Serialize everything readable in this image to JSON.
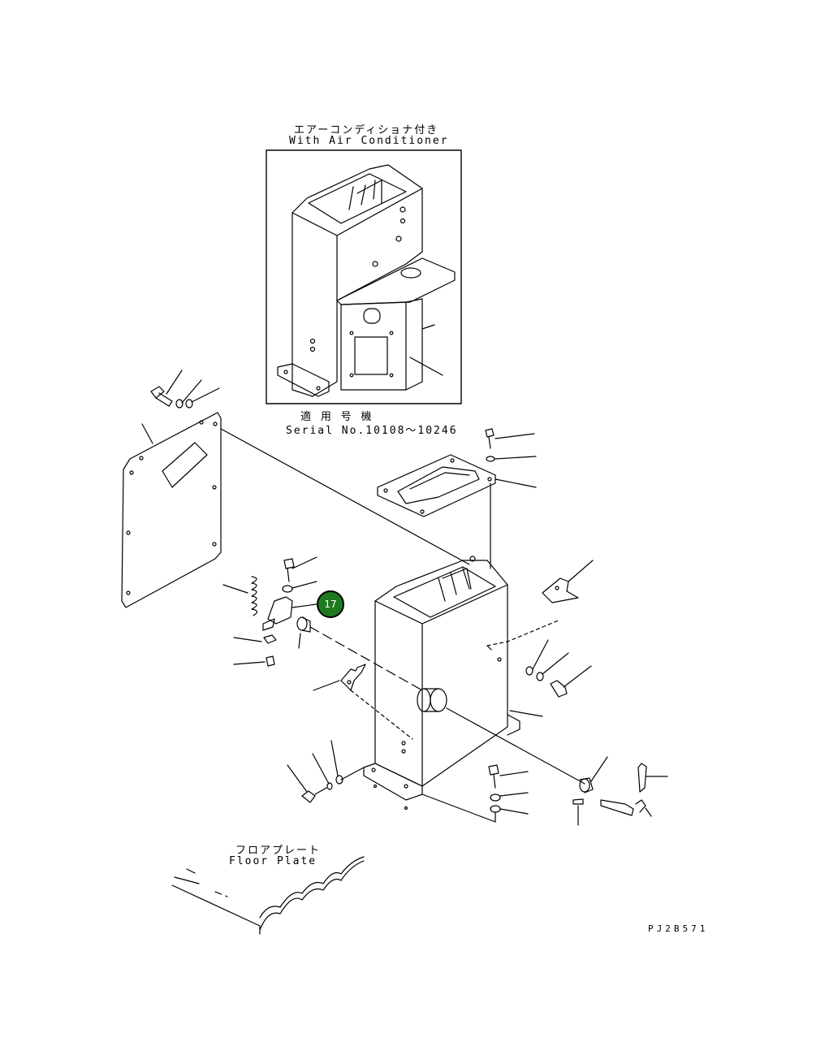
{
  "inset": {
    "title_jp": "エアーコンディショナ付き",
    "title_en": "With Air Conditioner",
    "serial_jp": "適 用 号 機",
    "serial_en": "Serial No.10108～10246"
  },
  "floor": {
    "label_jp": "フロアプレート",
    "label_en": "Floor Plate"
  },
  "drawing_code": "PJ2B571",
  "callouts": [
    {
      "id": "17",
      "label": "17",
      "color": "#1f7a1f"
    }
  ],
  "colors": {
    "line": "#000000",
    "callout_fill": "#1f7a1f",
    "background": "#ffffff"
  }
}
